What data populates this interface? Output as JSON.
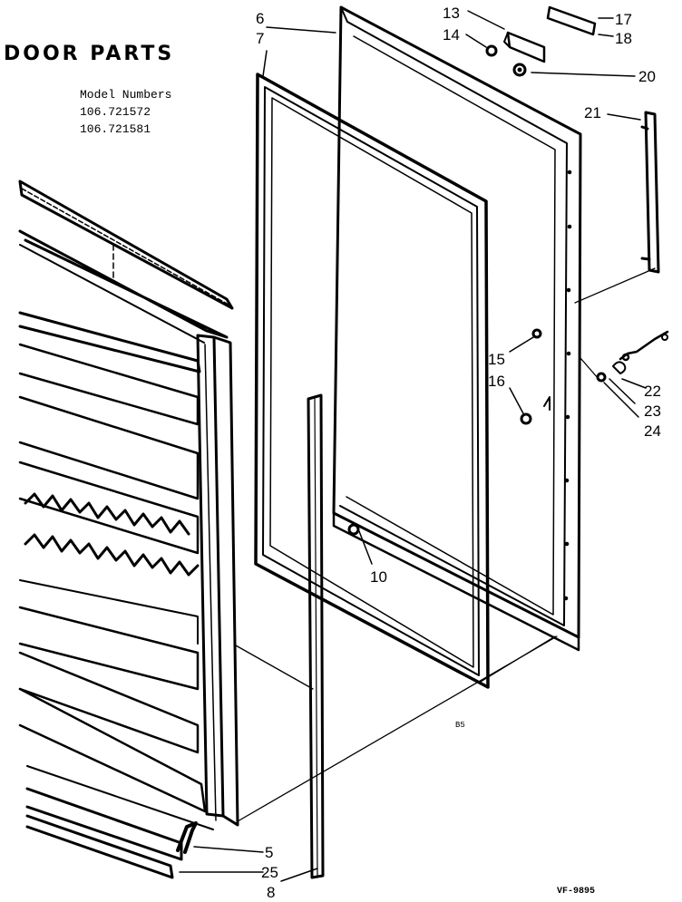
{
  "header": {
    "title": "DOOR PARTS",
    "model_heading": "Model Numbers",
    "models": [
      "106.721572",
      "106.721581"
    ]
  },
  "labels": {
    "p5": "5",
    "p6": "6",
    "p7": "7",
    "p8": "8",
    "p10": "10",
    "p13": "13",
    "p14": "14",
    "p15": "15",
    "p16": "16",
    "p17": "17",
    "p18": "18",
    "p20": "20",
    "p21": "21",
    "p22": "22",
    "p23": "23",
    "p24": "24",
    "p25": "25"
  },
  "section_code": "B5",
  "drawing_code": "VF-9895"
}
